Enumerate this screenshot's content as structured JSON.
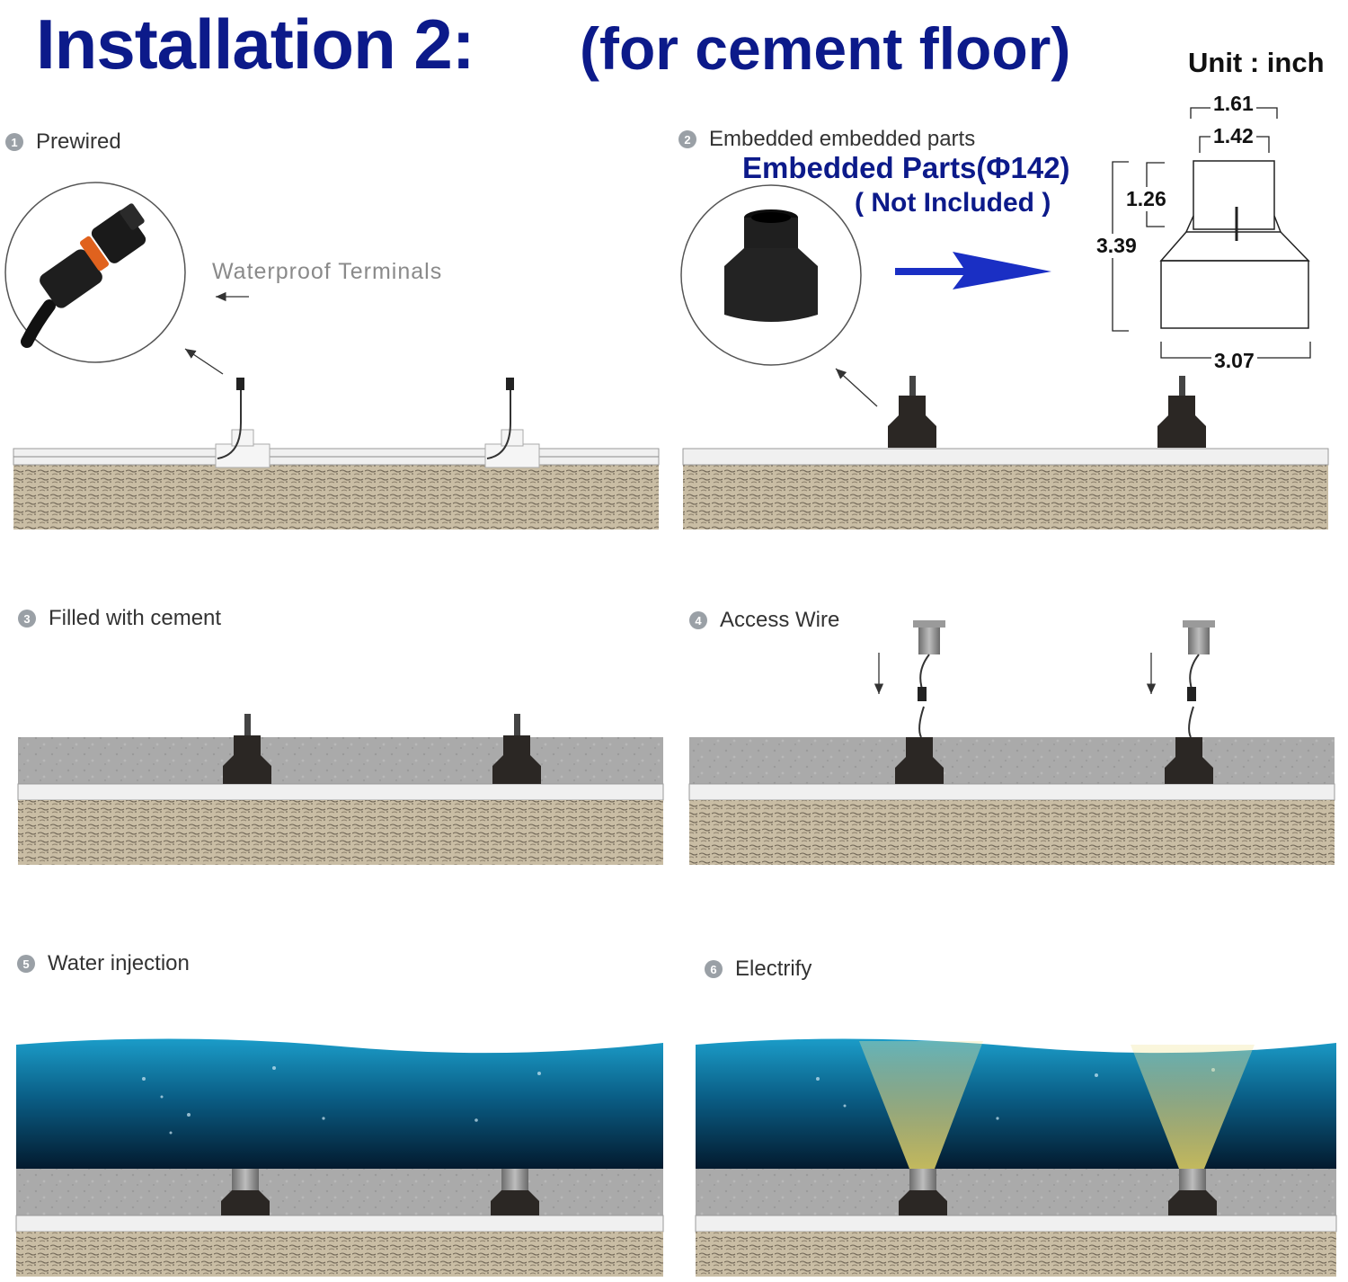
{
  "header": {
    "title": "Installation 2:",
    "subtitle": "(for cement floor)",
    "unit": "Unit : inch"
  },
  "steps": [
    {
      "num": "1",
      "label": "Prewired"
    },
    {
      "num": "2",
      "label": "Embedded embedded parts"
    },
    {
      "num": "3",
      "label": "Filled with cement"
    },
    {
      "num": "4",
      "label": "Access Wire"
    },
    {
      "num": "5",
      "label": "Water injection"
    },
    {
      "num": "6",
      "label": "Electrify"
    }
  ],
  "callouts": {
    "terminals": "Waterproof Terminals",
    "embedded_parts": "Embedded Parts(Φ142)",
    "not_included": "( Not Included )"
  },
  "dimensions": {
    "top_outer": "1.61",
    "top_inner": "1.42",
    "upper_height": "1.26",
    "total_height": "3.39",
    "base_width": "3.07"
  },
  "colors": {
    "title": "#0c1a8a",
    "arrow": "#1a2fc4",
    "water": "#0b6f98",
    "cement": "#a9a9a9",
    "soil": "#c9bda4",
    "part": "#2b2724"
  },
  "icons": [
    "connector-photo",
    "embedded-part-photo",
    "blue-arrow-icon",
    "light-fixture-icon"
  ]
}
